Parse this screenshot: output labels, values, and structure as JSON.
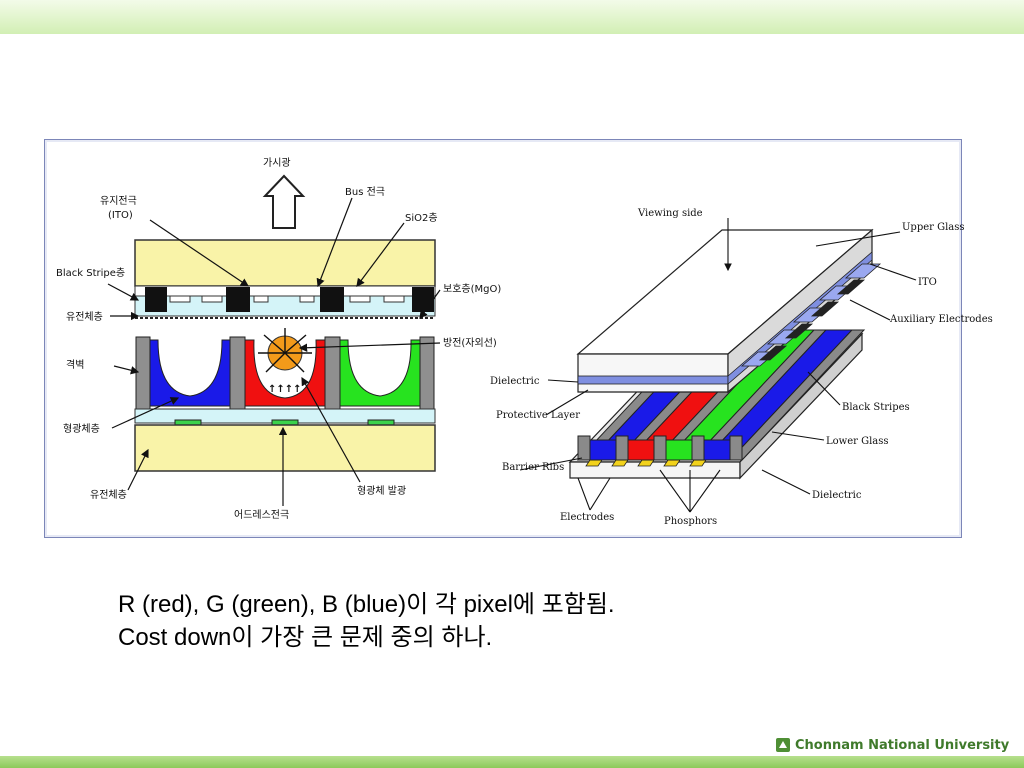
{
  "left_diagram": {
    "labels": {
      "visible_light": "가시광",
      "transparent_electrode": "유지전극",
      "ito": "(ITO)",
      "bus_electrode": "Bus 전극",
      "sio2_layer": "SiO2층",
      "black_stripe": "Black Stripe층",
      "protective_layer": "보호층(MgO)",
      "dielectric_upper": "유전체층",
      "discharge": "방전(자외선)",
      "barrier_rib": "격벽",
      "phosphor_layer": "형광체층",
      "dielectric_lower": "유전체층",
      "address_electrode": "어드레스전극",
      "phosphor_emission": "형광체 발광"
    },
    "colors": {
      "glass": "#f9f3a8",
      "red": "#f01010",
      "green": "#27e31f",
      "blue": "#1a1ae8",
      "discharge": "#f39a1a"
    }
  },
  "right_diagram": {
    "labels": {
      "viewing_side": "Viewing side",
      "upper_glass": "Upper Glass",
      "ito": "ITO",
      "auxiliary_electrodes": "Auxiliary Electrodes",
      "dielectric_left": "Dielectric",
      "black_stripes": "Black Stripes",
      "protective_layer": "Protective Layer",
      "lower_glass": "Lower Glass",
      "barrier_ribs": "Barrier Ribs",
      "dielectric_bottom": "Dielectric",
      "electrodes": "Electrodes",
      "phosphors": "Phosphors"
    }
  },
  "caption": {
    "line1": "R (red), G (green), B (blue)이 각 pixel에 포함됨.",
    "line2": "Cost down이 가장 큰 문제 중의 하나."
  },
  "footer": {
    "university": "Chonnam National University"
  }
}
